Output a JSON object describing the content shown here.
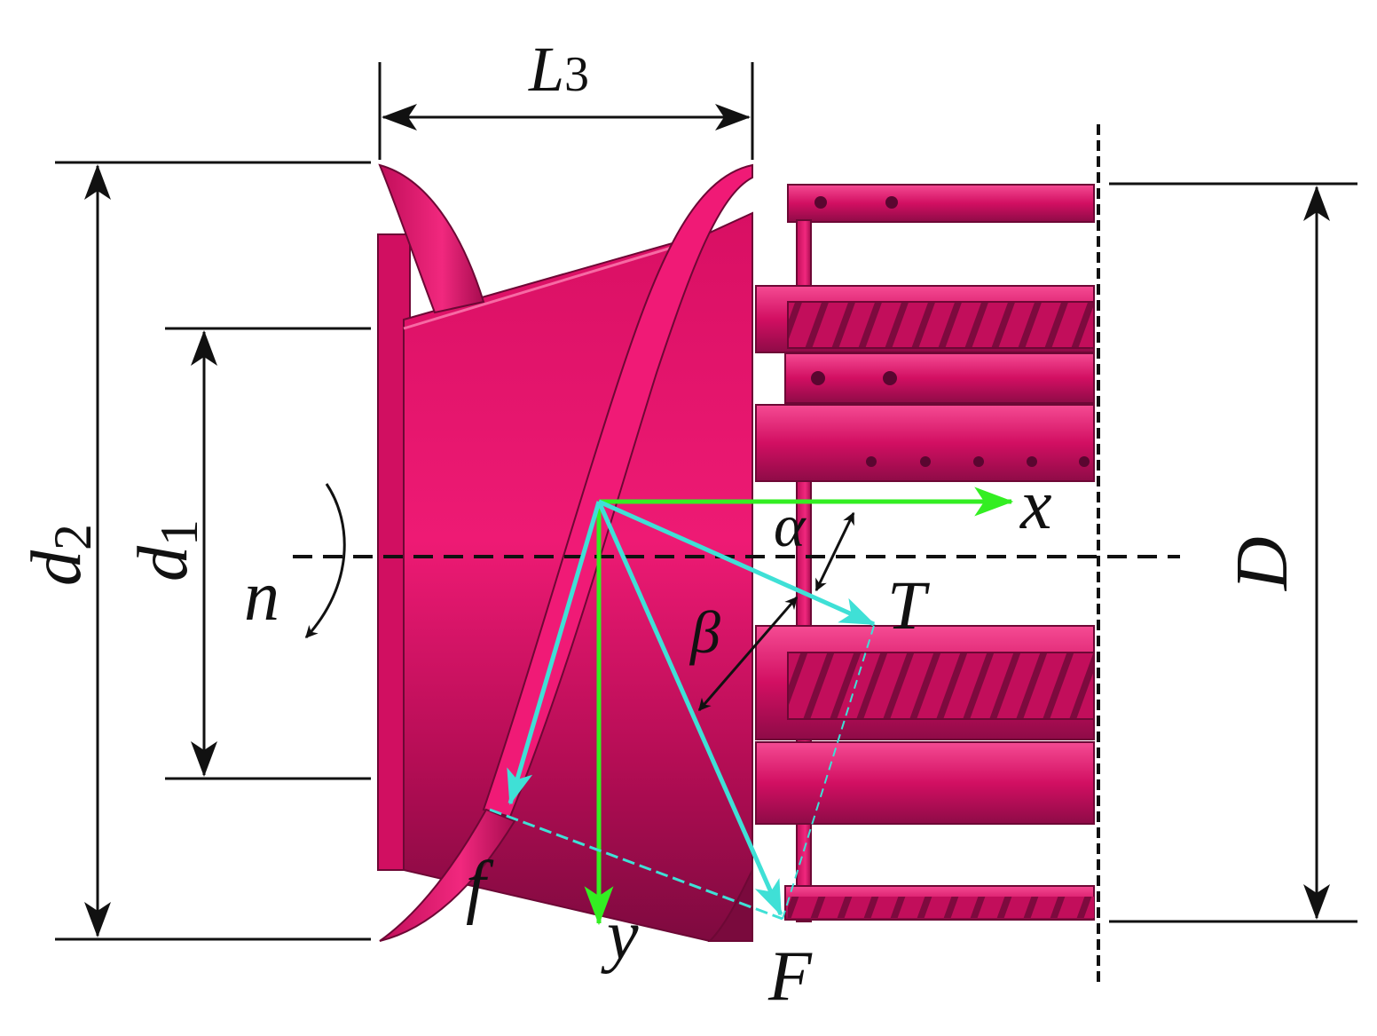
{
  "labels": {
    "L3_main": "L",
    "L3_sub": "3",
    "d2_main": "d",
    "d2_sub": "2",
    "d1_main": "d",
    "d1_sub": "1",
    "D": "D",
    "n": "n",
    "x": "x",
    "y": "y",
    "alpha": "α",
    "beta": "β",
    "T": "T",
    "F": "F",
    "f": "f"
  },
  "colors": {
    "body": "#e8126c",
    "body_dark": "#9a0c4a",
    "body_light": "#f3378a",
    "axis_vector": "#33ee22",
    "force_vector": "#3fe0d6",
    "dimension": "#111111"
  }
}
